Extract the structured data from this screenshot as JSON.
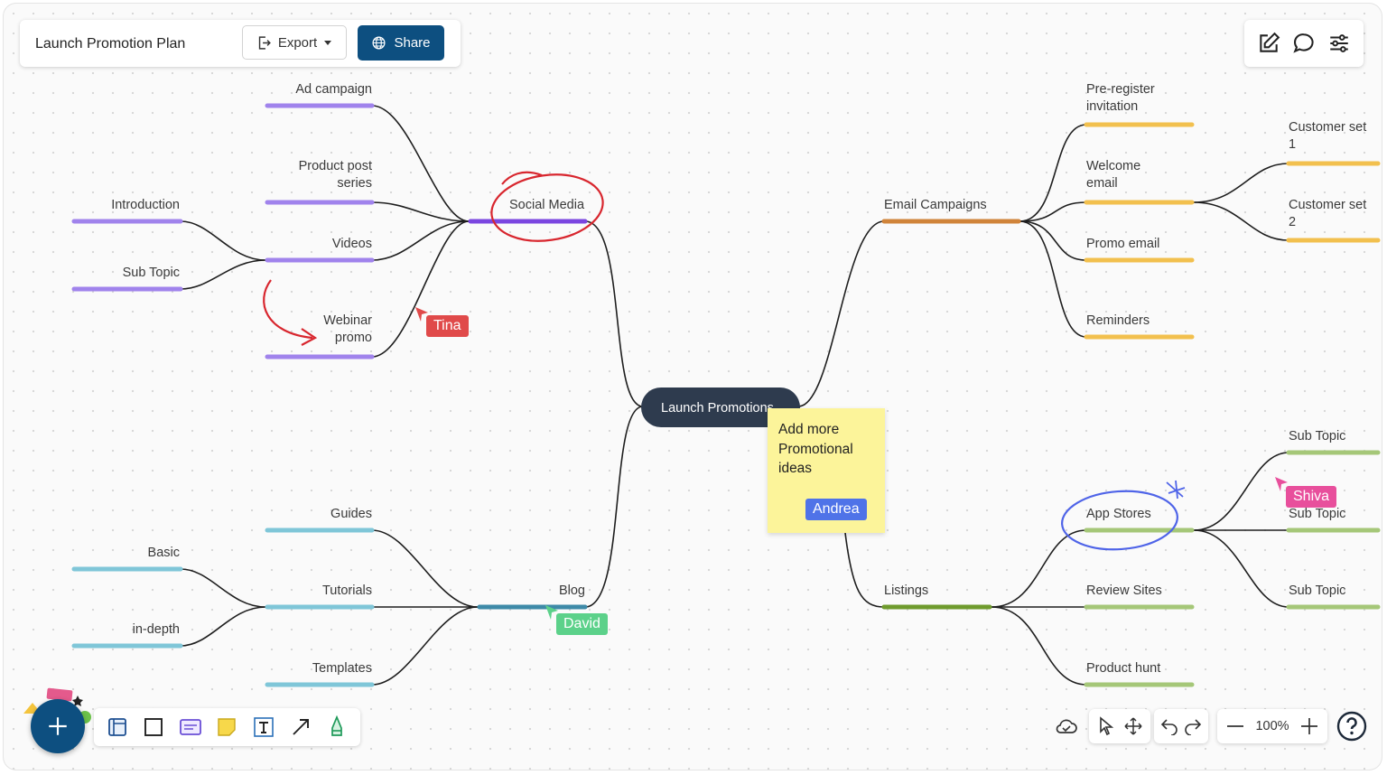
{
  "header": {
    "doc_title": "Launch Promotion Plan",
    "export_label": "Export",
    "share_label": "Share"
  },
  "central_topic": "Launch Promotions",
  "branches": {
    "social_media": {
      "label": "Social Media",
      "color": "#7b46e0",
      "topics": [
        "Ad campaign",
        "Product post series",
        "Videos",
        "Webinar promo"
      ],
      "video_subtopics": [
        "Introduction",
        "Sub Topic"
      ],
      "sub_color": "#a083ec"
    },
    "blog": {
      "label": "Blog",
      "color": "#3e8aa8",
      "topics": [
        "Guides",
        "Tutorials",
        "Templates"
      ],
      "tutorial_subtopics": [
        "Basic",
        "in-depth"
      ],
      "sub_color": "#7fc6d8"
    },
    "email": {
      "label": "Email Campaigns",
      "color": "#d0843a",
      "topics": [
        "Pre-register invitation",
        "Welcome email",
        "Promo email",
        "Reminders"
      ],
      "welcome_subtopics": [
        "Customer set 1",
        "Customer set 2"
      ],
      "sub_color": "#f2c04e"
    },
    "listings": {
      "label": "Listings",
      "color": "#6f9b2d",
      "topics": [
        "App Stores",
        "Review Sites",
        "Product hunt"
      ],
      "app_store_subtopics": [
        "Sub Topic",
        "Sub Topic",
        "Sub Topic"
      ],
      "sub_color": "#a5c778"
    }
  },
  "sticky_note": {
    "text": "Add more Promotional ideas"
  },
  "collaborators": [
    {
      "name": "Tina",
      "color": "#e04a4a"
    },
    {
      "name": "Andrea",
      "color": "#4f73e8"
    },
    {
      "name": "David",
      "color": "#5cd18a"
    },
    {
      "name": "Shiva",
      "color": "#e84f9c"
    }
  ],
  "zoom": {
    "level": "100%"
  },
  "icons": {
    "top_right": [
      "edit-icon",
      "comment-icon",
      "settings-sliders-icon"
    ],
    "toolbar": [
      "frame-icon",
      "rectangle-icon",
      "card-icon",
      "sticky-note-icon",
      "text-icon",
      "arrow-icon",
      "pen-icon"
    ],
    "bottom_right": [
      "cloud-sync-icon",
      "select-icon",
      "pan-icon",
      "undo-icon",
      "redo-icon",
      "zoom-out-icon",
      "zoom-in-icon",
      "help-icon"
    ]
  }
}
